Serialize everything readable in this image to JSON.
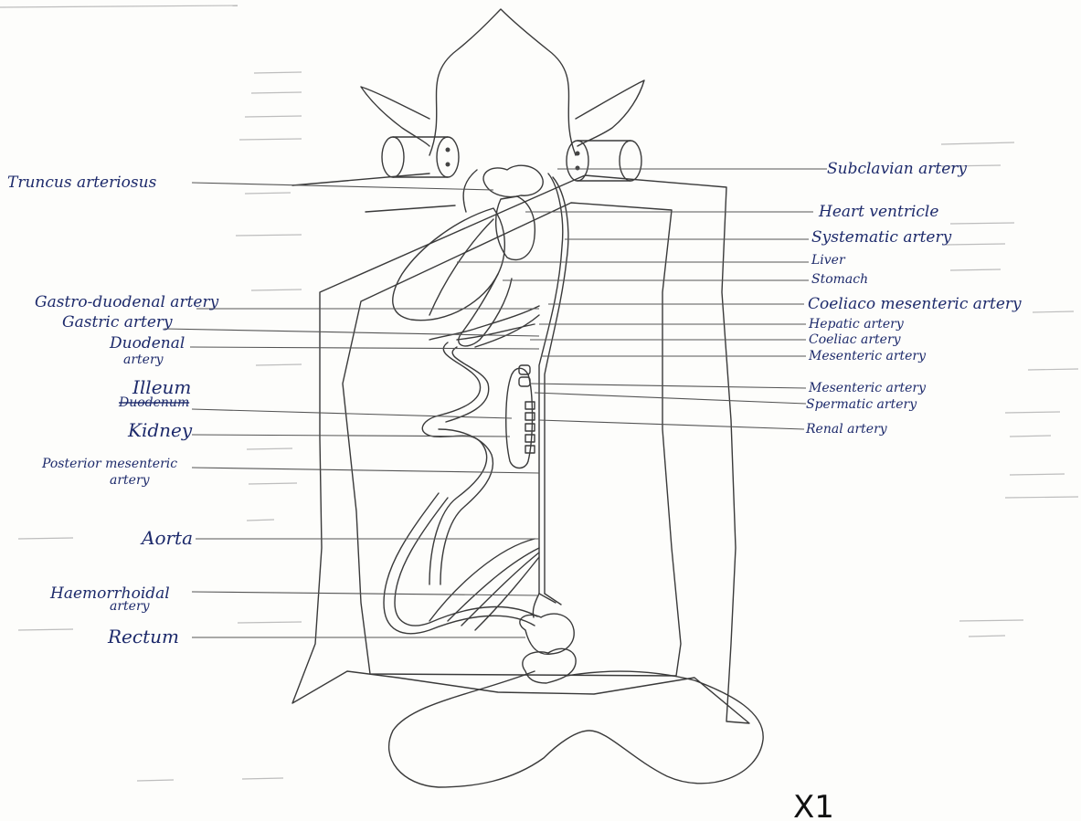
{
  "labels": {
    "truncus_arteriosus": "Truncus arteriosus",
    "gastro_duodenal_artery": "Gastro-duodenal artery",
    "gastric_artery": "Gastric artery",
    "duodenal_artery_1": "Duodenal",
    "duodenal_artery_2": "artery",
    "illeum": "Illeum",
    "duodenum_struck": "Duodenum",
    "kidney": "Kidney",
    "posterior_mesenteric_1": "Posterior mesenteric",
    "posterior_mesenteric_2": "artery",
    "aorta": "Aorta",
    "haemorrhoidal_1": "Haemorrhoidal",
    "haemorrhoidal_2": "artery",
    "rectum": "Rectum",
    "subclavian_artery": "Subclavian artery",
    "heart_ventricle": "Heart ventricle",
    "systematic_artery": "Systematic artery",
    "liver": "Liver",
    "stomach": "Stomach",
    "coeliaco_mesenteric_artery": "Coeliaco mesenteric artery",
    "hepatic_artery": "Hepatic artery",
    "coeliac_artery": "Coeliac artery",
    "mesenteric_artery_upper": "Mesenteric artery",
    "mesenteric_artery_lower": "Mesenteric artery",
    "spermatic_artery": "Spermatic artery",
    "renal_artery": "Renal artery"
  },
  "magnification": "X1"
}
